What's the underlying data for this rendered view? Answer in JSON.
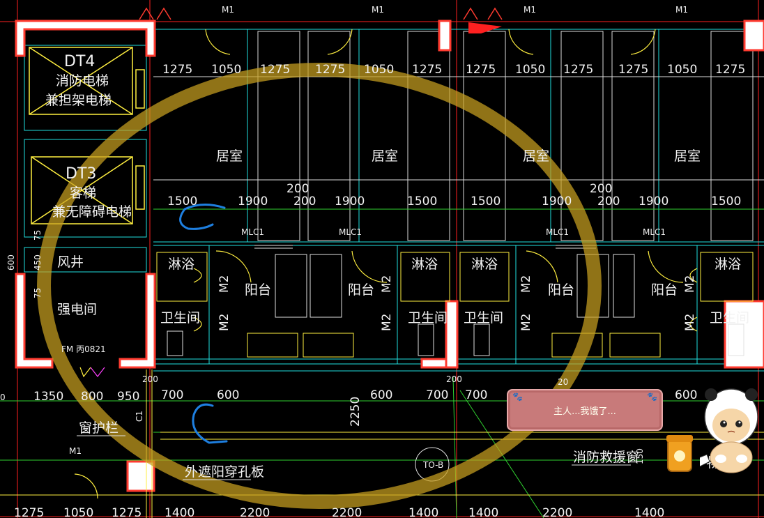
{
  "door_labels": {
    "m1": "M1",
    "mlc1": "MLC1",
    "m2": "M2",
    "fm": "FM 丙0821"
  },
  "elevators": {
    "dt4": {
      "id": "DT4",
      "line1": "消防电梯",
      "line2": "兼担架电梯"
    },
    "dt3": {
      "id": "DT3",
      "line1": "客梯",
      "line2": "兼无障碍电梯"
    }
  },
  "rooms": {
    "bedroom": "居室",
    "shower": "淋浴",
    "balcony": "阳台",
    "toilet": "卫生间",
    "shaft": "风井",
    "elec": "强电间"
  },
  "dims_top": [
    "1275",
    "1050",
    "1275",
    "1275",
    "1050",
    "1275",
    "1275",
    "1050",
    "1275",
    "1275",
    "1050",
    "1275"
  ],
  "dims_mid": [
    "1500",
    "1900",
    "200",
    "1900",
    "1500",
    "1500",
    "1900",
    "200",
    "1900",
    "1500"
  ],
  "dims_200_above": "200",
  "dims_left_vertical": [
    "600",
    "450",
    "75",
    "75"
  ],
  "dims_bottom_row": [
    "0",
    "1350",
    "800",
    "950",
    "700",
    "600",
    "600",
    "700",
    "700",
    "600"
  ],
  "dims_misc": {
    "d2250": "2250",
    "d200a": "200",
    "d200b": "200",
    "d20": "20",
    "d150": "150",
    "c1": "C1"
  },
  "dims_footer": [
    "1275",
    "1050",
    "1275",
    "1400",
    "2200",
    "2200",
    "1400",
    "1400",
    "2200",
    "1400"
  ],
  "annotations": {
    "window_rail": "窗护栏",
    "sunshade": "外遮阳穿孔板",
    "rescue_window": "消防救援窗",
    "axis_tag": "TO-B",
    "thing": "物"
  },
  "pet_message": "主人...我饿了...",
  "colors": {
    "wall": "#ff3b30",
    "axis": "#ff2020",
    "cyan": "#20e0e0",
    "green": "#30d030",
    "white": "#f0f0f0",
    "yellow": "#ffef40",
    "highlight": "#c8a020",
    "pen": "#1e7fe0"
  }
}
